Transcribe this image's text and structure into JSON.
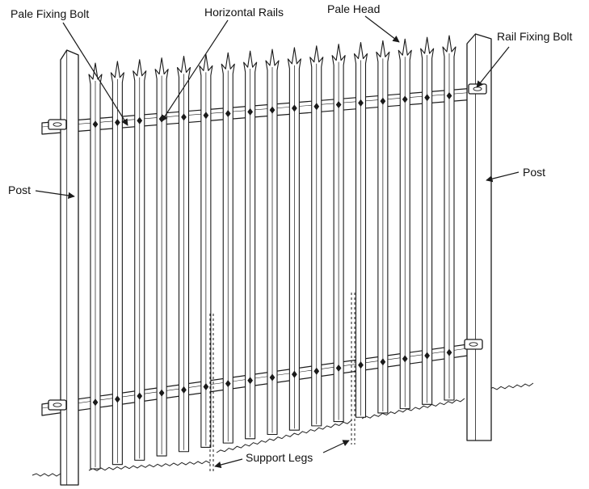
{
  "labels": {
    "pale_fixing_bolt": "Pale Fixing Bolt",
    "horizontal_rails": "Horizontal Rails",
    "pale_head": "Pale Head",
    "rail_fixing_bolt": "Rail Fixing Bolt",
    "post_left": "Post",
    "post_right": "Post",
    "support_legs": "Support Legs"
  },
  "colors": {
    "ink": "#1a1a1a",
    "paper": "#ffffff"
  }
}
